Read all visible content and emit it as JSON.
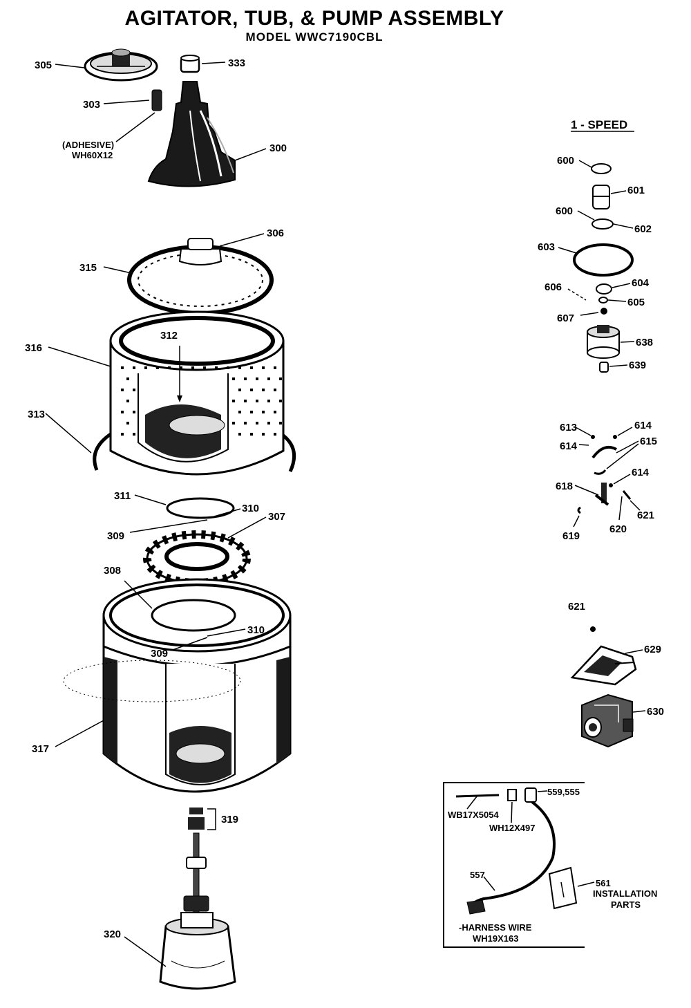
{
  "header": {
    "title": "AGITATOR, TUB, & PUMP ASSEMBLY",
    "model": "MODEL WWC7190CBL"
  },
  "speed_heading": "1 - SPEED",
  "parts": {
    "p305": "305",
    "p333": "333",
    "p303": "303",
    "adhesive": "(ADHESIVE)",
    "adhesive_part": "WH60X12",
    "p300": "300",
    "p306": "306",
    "p315": "315",
    "p316": "316",
    "p312": "312",
    "p313": "313",
    "p311": "311",
    "p310a": "310",
    "p309a": "309",
    "p307": "307",
    "p308": "308",
    "p310b": "310",
    "p309b": "309",
    "p317": "317",
    "p319": "319",
    "p320": "320",
    "p600a": "600",
    "p601": "601",
    "p600b": "600",
    "p602": "602",
    "p603": "603",
    "p606": "606",
    "p604": "604",
    "p605": "605",
    "p607": "607",
    "p638": "638",
    "p639": "639",
    "p613": "613",
    "p614a": "614",
    "p614b": "614",
    "p615": "615",
    "p614c": "614",
    "p618": "618",
    "p621a": "621",
    "p619": "619",
    "p620": "620",
    "p621b": "621",
    "p629": "629",
    "p630": "630"
  },
  "inset": {
    "p559": "559,555",
    "wb17": "WB17X5054",
    "wh12": "WH12X497",
    "p557": "557",
    "p561": "561",
    "install": "INSTALLATION",
    "parts_word": "PARTS",
    "harness": "-HARNESS WIRE",
    "harness_part": "WH19X163"
  }
}
